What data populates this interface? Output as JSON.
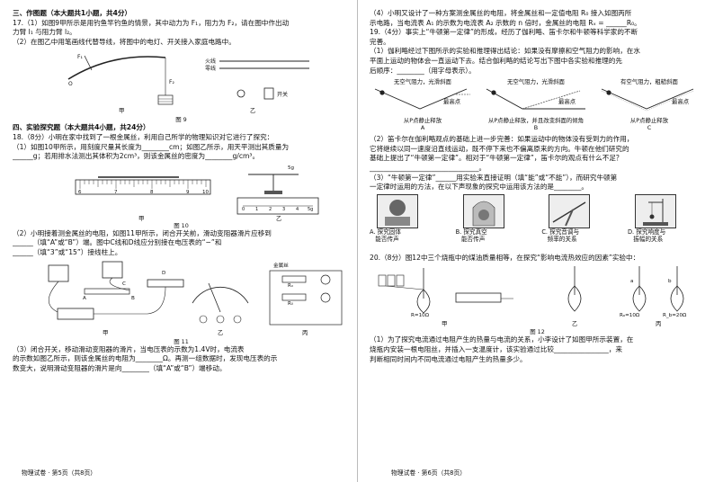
{
  "left_page": {
    "section3": "三、作图题（本大题共1小题，共4分）",
    "q17": [
      "17.（1）如图9甲所示是用钓鱼竿钓鱼的情景，其中动力为 F₁，阻力为 F₂，请在图中作出动",
      "力臂 l₁ 与阻力臂 l₂。",
      "（2）在图乙中用笔画线代替导线，将图中的电灯、开关接入家庭电路中。"
    ],
    "fig9": {
      "caption": "图 9",
      "jia": "甲",
      "yi": "乙",
      "huoxian": "火线",
      "lingxian": "零线",
      "kaiguan": "开关",
      "F1": "F₁",
      "F2": "F₂",
      "O": "O"
    },
    "section4": "四、实验探究题（本大题共4小题，共24分）",
    "q18": [
      "18.（8分）小明在家中找到了一根金属丝，利用自己所学的物理知识对它进行了探究：",
      "（1）如图10甲所示，用刻度尺量其长度为________cm；如图乙所示，用天平测出其质量为",
      "______g；若用排水法测出其体积为2cm³，则该金属丝的密度为________g/cm³。"
    ],
    "fig10": {
      "caption": "图 10",
      "jia": "甲",
      "yi": "乙",
      "ruler_nums": [
        "6",
        "7",
        "8",
        "9",
        "10"
      ],
      "scale_nums": [
        "0",
        "1",
        "2",
        "3",
        "4",
        "5g"
      ],
      "weights": "5g"
    },
    "q18_2": [
      "（2）小明接着测金属丝的电阻，如图11甲所示，闭合开关前，滑动变阻器滑片应移到",
      "______（填“A”或“B”）端。图中C线和D线应分别接在电压表的“−”和",
      "______（填“3”或“15”）接线柱上。"
    ],
    "fig11": {
      "caption": "图 11",
      "jia": "甲",
      "yi": "乙",
      "bing": "丙",
      "jinshusi": "金属丝",
      "Rx": "Rₓ",
      "R0": "R₀",
      "A": "A",
      "B": "B",
      "C": "C",
      "D": "D"
    },
    "q18_3": [
      "（3）闭合开关，移动滑动变阻器的滑片，当电压表的示数为1.4V时，电流表",
      "的示数如图乙所示，则该金属丝的电阻为________Ω。再测一组数据时，发现电压表的示",
      "数变大，说明滑动变阻器的滑片是向________（填“A”或“B”）端移动。"
    ],
    "footer": "物理试卷 · 第5页（共8页）"
  },
  "right_page": {
    "q18_4": [
      "（4）小明又设计了一种方案测金属丝的电阻，将金属丝和一定值电阻 R₀ 接入如图丙所",
      "示电路，当电流表 A₁ 的示数为电流表 A₂ 示数的 n 倍时，金属丝的电阻 Rₓ = ______R₀。"
    ],
    "q19": [
      "19.（4分）事实上“牛顿第一定律”的形成，经历了伽利略、笛卡尔和牛顿等科学家的不断",
      "完善。",
      "（1）伽利略经过下图所示的实验和推理得出结论：如果没有摩擦和空气阻力的影响，在水",
      "平面上运动的物体会一直运动下去。结合伽利略的结论写出下图中各实验和推理的先",
      "后顺序：________（用字母表示）。"
    ],
    "slopes": [
      {
        "label": "A",
        "top": "无空气阻力，光滑斜面",
        "pt": "最高点",
        "bottom": "从P点静止释放"
      },
      {
        "label": "B",
        "top": "无空气阻力，光滑斜面",
        "pt": "最高点",
        "bottom": "从P点静止释放，并且改变斜面的倾角"
      },
      {
        "label": "C",
        "top": "有空气阻力，粗糙斜面",
        "pt": "最高点",
        "bottom": "从P点静止释放"
      }
    ],
    "q19_2": [
      "（2）笛卡尔在伽利略观点的基础上进一步完善：如果运动中的物体没有受到力的作用，",
      "它将继续以同一速度沿直线运动，既不停下来也不偏离原来的方向。牛顿在他们研究的",
      "基础上提出了“牛顿第一定律”。相对于“牛顿第一定律”，笛卡尔的观点有什么不足？",
      "________________________________。"
    ],
    "q19_3": [
      "（3）“牛顿第一定律”______用实验来直接证明（填“能”或“不能”），而研究牛顿第",
      "一定律时运用的方法，在以下声现象的探究中运用该方法的是________。"
    ],
    "options": [
      {
        "letter": "A.",
        "text": [
          "探究固体",
          "能否传声"
        ]
      },
      {
        "letter": "B.",
        "text": [
          "探究真空",
          "能否传声"
        ]
      },
      {
        "letter": "C.",
        "text": [
          "探究音调与",
          "频率的关系"
        ]
      },
      {
        "letter": "D.",
        "text": [
          "探究响度与",
          "振幅的关系"
        ]
      }
    ],
    "q20": [
      "20.（8分）图12中三个烧瓶中的煤油质量相等，在探究“影响电流热效应的因素”实验中："
    ],
    "fig12": {
      "caption": "图 12",
      "jia": "甲",
      "yi": "乙",
      "bing": "丙",
      "r1": "R=10Ω",
      "ra": "Rₐ=10Ω",
      "rb": "R_b=20Ω",
      "a": "a",
      "b": "b"
    },
    "q20_1": [
      "（1）为了探究电流通过电阻产生的热量与电流的关系，小李设计了如图甲所示装置，在",
      "烧瓶内安装一根电阻丝，并插入一支温度计，该实验通过比较________________，来",
      "判断相同时间内不同电流通过电阻产生的热量多少。"
    ],
    "footer": "物理试卷 · 第6页（共8页）"
  }
}
